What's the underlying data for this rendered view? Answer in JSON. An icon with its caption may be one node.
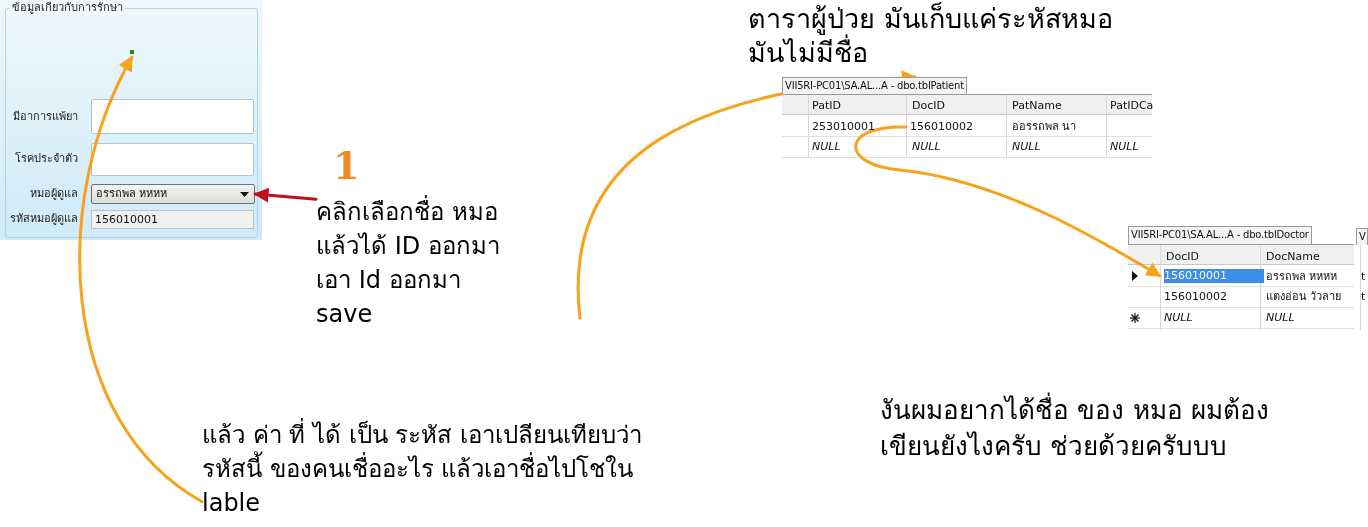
{
  "diagram": {
    "nodes": [
      {
        "text": [
          "ข้อมูลเกียวกับการรักษา"
        ]
      },
      {
        "text": [],
        "shape": "box",
        "in": 0
      },
      {
        "text": [
          "อรรถพล หหหห"
        ],
        "in": 0
      },
      {
        "text": [
          "คลิกเลือกชื่อ หมอ แล้วได้ ID ออกมา เอา Id ออกมา save"
        ],
        "beside": [
          "1"
        ]
      },
      {
        "text": [
          "แล้ว ค่า ที่ ได้ เป็น ระหัส เอาเปลียนเทียบว่า รหัสนี้ ของคนเชื่ออะไร แล้วเอาชื่อไปโชใน lable"
        ]
      },
      {
        "text": [
          "VII5RI-PC01\\SA.AL...A - dbo.tblPatient"
        ]
      },
      {
        "text": [
          "156010002"
        ],
        "in": 5
      },
      {
        "text": [
          "VII5RI-PC01\\SA.AL...A - dbo.tblDoctor"
        ]
      },
      {
        "text": [
          "156010001"
        ],
        "in": 7
      }
    ],
    "edges": [
      {
        "from": 3,
        "to": 2,
        "arrow": "to",
        "color": "#c0101a"
      },
      {
        "from": 4,
        "to": 1,
        "arrow": "to"
      },
      {
        "from": null,
        "to": 5,
        "arrow": "to"
      },
      {
        "from": 6,
        "to": 8,
        "arrow": "to"
      }
    ],
    "labels": [
      "มีอาการแพ้ยา",
      "โรคประจำตัว",
      "หมอผู้ดูแล",
      "รหัสหมอผู้ดูแล",
      "156010001",
      "ตาราผู้ป่วย มันเก็บแค่ระหัสหมอ มันไม่มีชื่อ",
      "PatID",
      "DocID",
      "PatName",
      "PatIDCa",
      "253010001",
      "ออรรถพล นา",
      "NULL",
      "NULL",
      "NULL",
      "NULL",
      "V",
      "DocID",
      "DocName",
      "อรรถพล หหหห",
      "t",
      "156010002",
      "แตงอ่อน วัวลาย",
      "t",
      "NULL",
      "NULL",
      "งันผมอยากได้ชื่อ ของ หมอ ผมต้อง เขียนยังไงครับ ช่วยด้วยครับบบ"
    ]
  }
}
